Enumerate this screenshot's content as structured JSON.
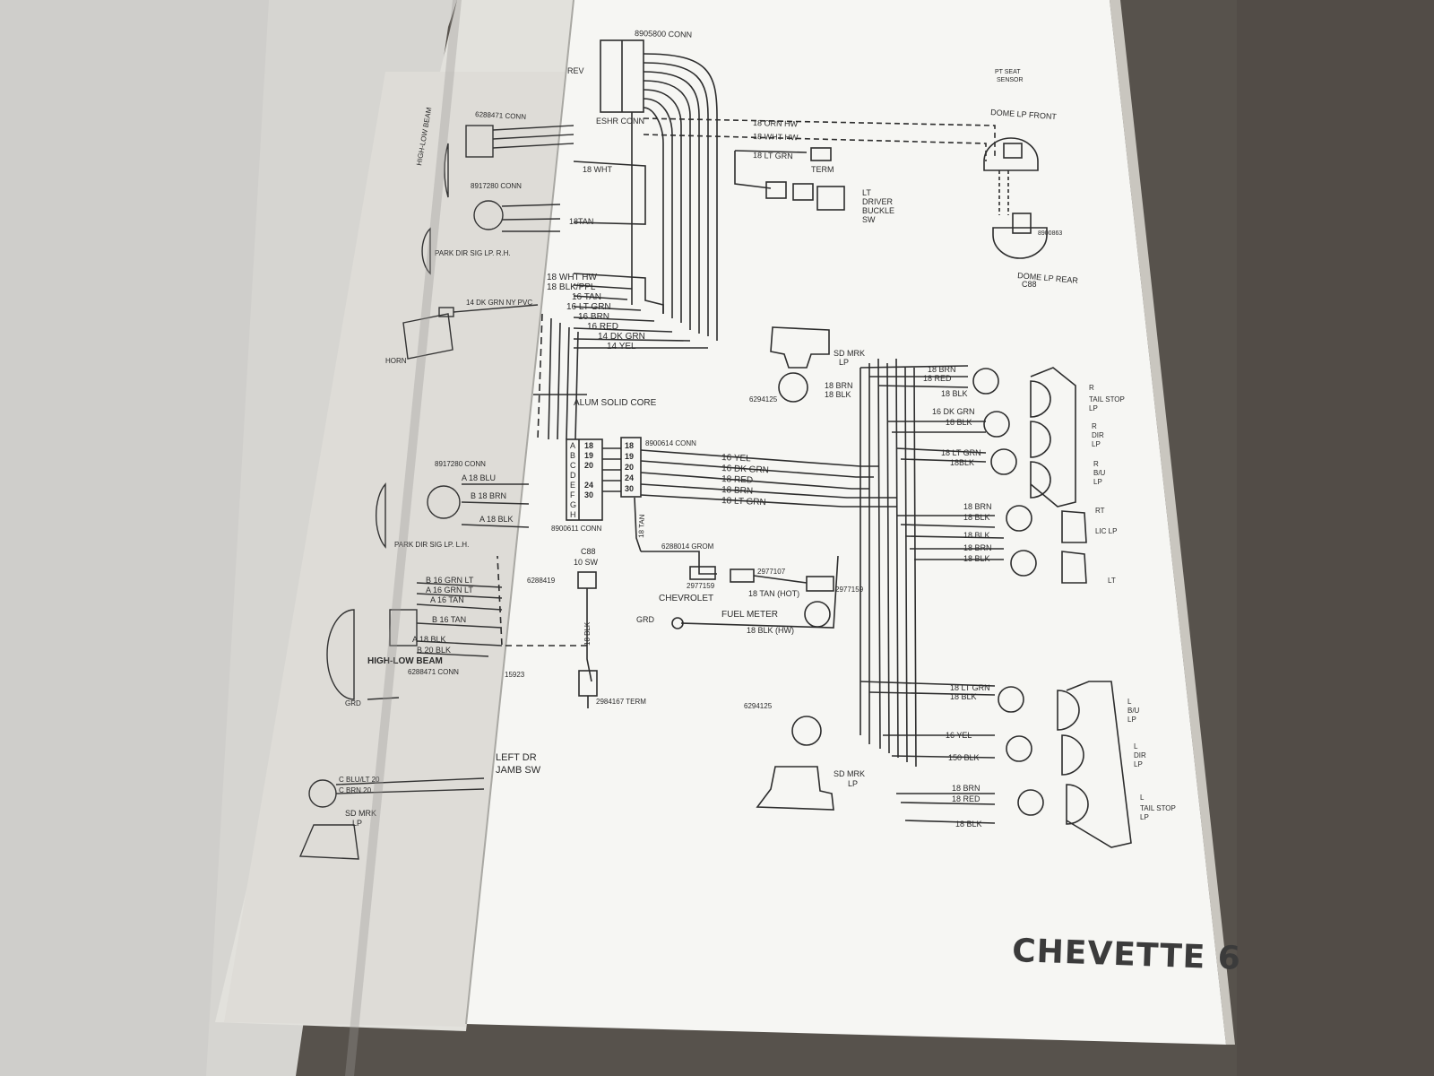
{
  "page": {
    "title": "CHEVETTE 6",
    "colors": {
      "desk": "#5a5550",
      "paper_main": "#f6f6f3",
      "paper_shadow": "#d9d8d3",
      "ink": "#2a2a2a"
    }
  },
  "labels": {
    "conn_8905800": "8905800 CONN",
    "rev": "REV",
    "eshr_conn": "ESHR CONN",
    "orn_hw": "18 ORN HW",
    "wht_hw": "18 WHT HW",
    "lt_grn": "18 LT GRN",
    "wht18": "18 WHT",
    "tan18": "18TAN",
    "term": "TERM",
    "driver_buckle": [
      "LT",
      "DRIVER",
      "BUCKLE",
      "SW"
    ],
    "pt_seat_sensor": [
      "PT SEAT",
      "SENSOR"
    ],
    "dome_front": "DOME LP FRONT",
    "dome_rear": "DOME LP REAR",
    "c88": "C88",
    "p8900863": "8900863",
    "wire_bundle": [
      "18 WHT HW",
      "18 BLK/PPL",
      "16 TAN",
      "16 LT GRN",
      "16 BRN",
      "16 RED",
      "14 DK GRN",
      "14 YEL"
    ],
    "alum_core": "ALUM SOLID CORE",
    "conn_8900614": "8900614 CONN",
    "conn_8900611": "8900611 CONN",
    "connector_a_pins": [
      "A",
      "B",
      "C",
      "D",
      "E",
      "F",
      "G",
      "H"
    ],
    "connector_a_vals": [
      "18",
      "19",
      "20",
      "",
      "24",
      "30",
      "",
      ""
    ],
    "connector_b_vals": [
      "18",
      "19",
      "20",
      "24",
      "30"
    ],
    "harness_out": [
      "16 YEL",
      "16 DK GRN",
      "18 RED",
      "18 BRN",
      "18 LT GRN"
    ],
    "tan18v": "18 TAN",
    "grom": "6288014 GROM",
    "c88_10sw": [
      "C88",
      "10 SW"
    ],
    "p6288419": "6288419",
    "p2977107": "2977107",
    "p2977159": "2977159",
    "tan_hot": "18 TAN (HOT)",
    "chevrolet": "CHEVROLET",
    "fuel_meter": "FUEL METER",
    "blk_hw": "18 BLK (HW)",
    "grd": "GRD",
    "blk18v": "18 BLK",
    "p15923": "15923",
    "p2984167": "2984167 TERM",
    "sd_mrk_lp": [
      "SD MRK",
      "LP"
    ],
    "p6294125": "6294125",
    "r_tail_stop": [
      "R",
      "TAIL STOP",
      "LP"
    ],
    "r_dir": [
      "R",
      "DIR",
      "LP"
    ],
    "r_bu": [
      "R",
      "B/U",
      "LP"
    ],
    "rt": "RT",
    "lic_lp": "LIC LP",
    "lt": "LT",
    "l_bu": [
      "L",
      "B/U",
      "LP"
    ],
    "l_dir": [
      "L",
      "DIR",
      "LP"
    ],
    "l_tail_stop": [
      "L",
      "TAIL STOP",
      "LP"
    ],
    "right_wires": [
      "18 BRN",
      "18 RED",
      "18 BLK",
      "18 BRN",
      "18 BLK",
      "16 DK GRN",
      "18 BLK",
      "18 LT GRN",
      "18BLK",
      "18 BRN",
      "18 BLK",
      "18 BLK",
      "18 BRN",
      "18 BLK"
    ],
    "left_wires": [
      "18 LT GRN",
      "18 BLK",
      "16 YEL",
      "150 BLK",
      "18 BRN",
      "18 RED",
      "18 BLK"
    ],
    "left_page": {
      "conn_6288471": "6288471 CONN",
      "high_low": "HIGH-LOW BEAM",
      "park_rh": "PARK DIR SIG LP. R.H.",
      "park_lh": "PARK DIR SIG LP. L.H.",
      "conn_8917280": "8917280 CONN",
      "horn": "HORN",
      "dk_grn_ny": "14 DK GRN NY PVC",
      "left_dr_jamb": [
        "LEFT DR",
        "JAMB SW"
      ],
      "sd_mrk": [
        "SD MRK",
        "LP"
      ],
      "grd": "GRD",
      "wires_lower": [
        "B 16 GRN LT",
        "A 16 GRN LT",
        "A 16 TAN",
        "B 16 TAN",
        "A 18 BLK",
        "B 20 BLK"
      ],
      "wires_mid": [
        "A 18 BLU",
        "B 18 BRN",
        "A 18 BLK"
      ],
      "jamb_wires": [
        "C BLU/LT 20",
        "C BRN 20"
      ]
    }
  }
}
